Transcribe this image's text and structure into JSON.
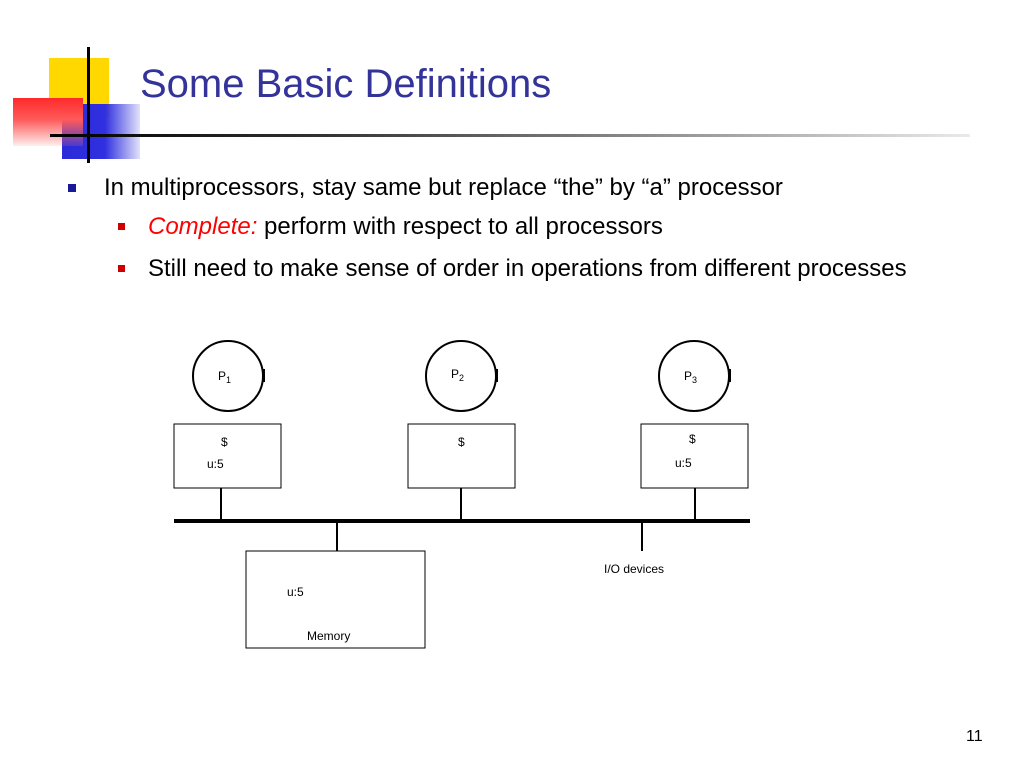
{
  "slide": {
    "title": "Some Basic Definitions",
    "page_number": "11"
  },
  "bullets": {
    "main": "In multiprocessors, stay same but replace “the” by “a” processor",
    "sub1_emphasis": "Complete:",
    "sub1_rest": " perform with respect to all processors",
    "sub2": "Still need to make sense of order in operations from different processes"
  },
  "diagram": {
    "processors": [
      {
        "letter": "P",
        "sub": "1",
        "cache_symbol": "$",
        "cache_value": "u:5"
      },
      {
        "letter": "P",
        "sub": "2",
        "cache_symbol": "$",
        "cache_value": ""
      },
      {
        "letter": "P",
        "sub": "3",
        "cache_symbol": "$",
        "cache_value": "u:5"
      }
    ],
    "memory_label": "Memory",
    "memory_value": "u:5",
    "io_label": "I/O devices"
  },
  "colors": {
    "title": "#333399",
    "emphasis": "#ff0000",
    "bullet_main": "#1a1a99",
    "bullet_sub": "#cc0000"
  }
}
